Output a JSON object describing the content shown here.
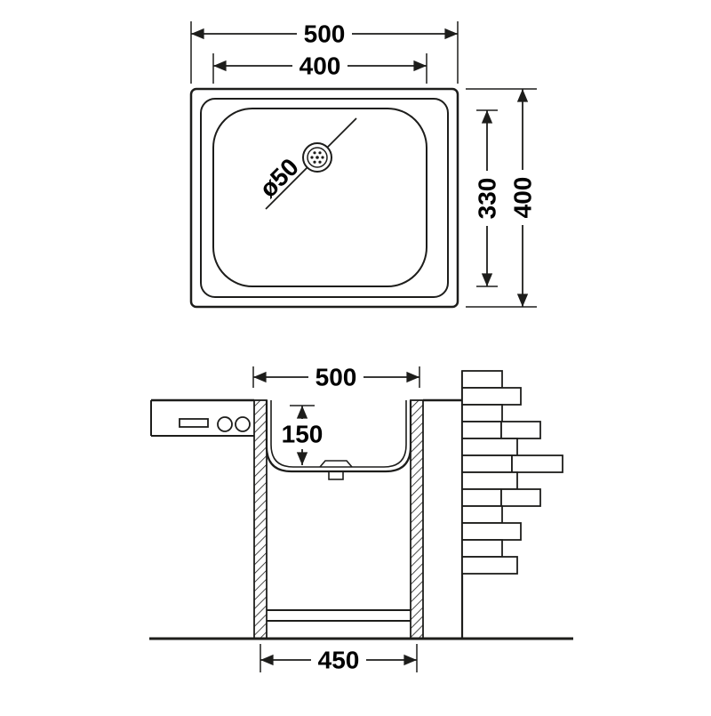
{
  "colors": {
    "line": "#1d1d1b",
    "text": "#000000",
    "background": "#ffffff"
  },
  "top_view": {
    "overall_width": "500",
    "bowl_width": "400",
    "overall_depth": "400",
    "bowl_depth": "330",
    "drain_diameter": "ø50"
  },
  "section_view": {
    "opening_width": "500",
    "bowl_depth": "150",
    "cabinet_width": "450"
  }
}
